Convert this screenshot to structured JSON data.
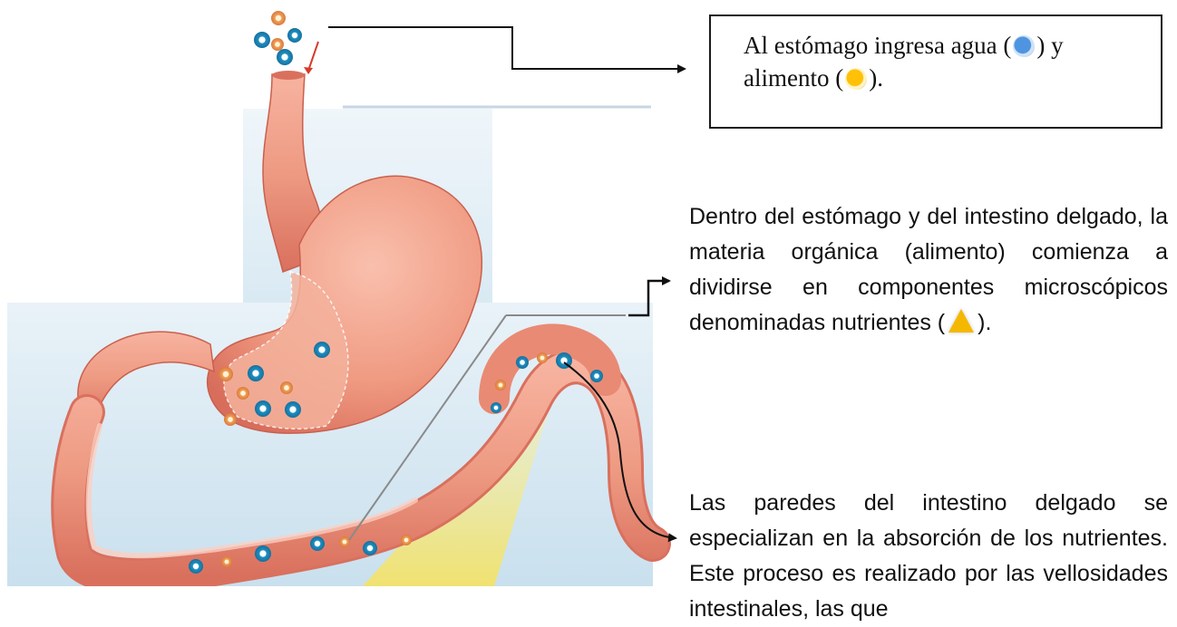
{
  "callouts": {
    "water_food": {
      "line1_a": "Al estómago ingresa agua (",
      "line1_b": ") y",
      "line2_a": "alimento (",
      "line2_b": ")."
    },
    "digestion": {
      "text_a": "Dentro del estómago y del intestino delgado, la materia orgánica (alimento) comienza a dividirse en componentes microscópicos denominadas nutrientes (",
      "text_b": ")."
    },
    "absorption": {
      "text": "Las paredes del intestino delgado se especializan en la absorción de los nutrientes. Este proceso es realizado por las vellosidades intestinales, las que"
    }
  },
  "legend_symbols": {
    "water": "blue-circle",
    "food": "yellow-circle",
    "nutrient": "yellow-triangle"
  },
  "colors": {
    "organ": "#f2a088",
    "organ_dark": "#e37866",
    "water_particle": "#2a9fc4",
    "food_particle": "#f0a25a",
    "nutrient": "#f5b800",
    "background": "#d7e8f3"
  }
}
